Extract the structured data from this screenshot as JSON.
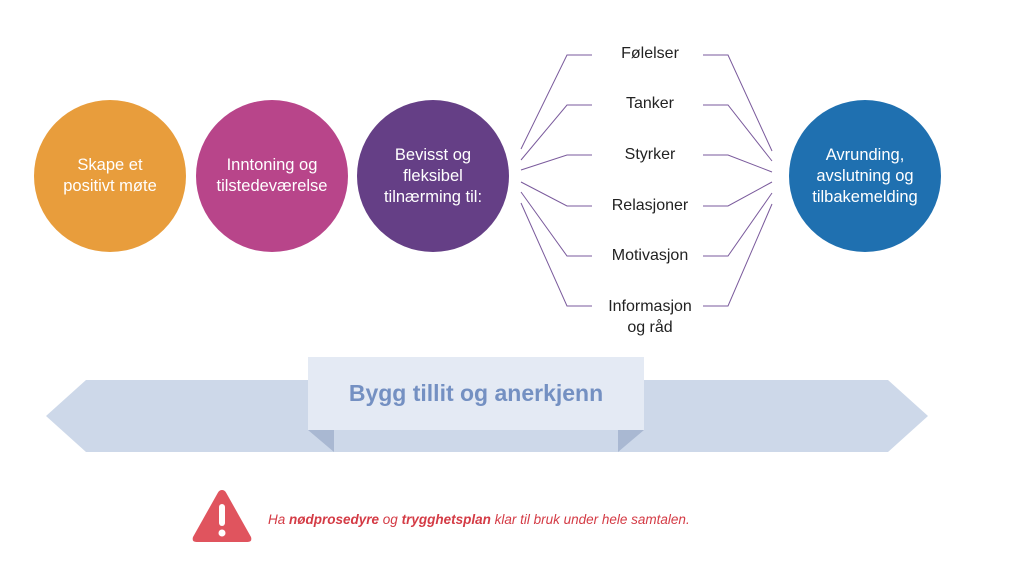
{
  "circles": [
    {
      "label": "Skape et\npositivt møte",
      "color": "#e89d3c"
    },
    {
      "label": "Inntoning og\ntilstedeværelse",
      "color": "#b8458a"
    },
    {
      "label": "Bevisst og\nfleksibel\ntilnærming til:",
      "color": "#653f86"
    },
    {
      "label": "Avrunding,\navslutning og\ntilbakemelding",
      "color": "#1f70b0"
    }
  ],
  "approach_items": [
    "Følelser",
    "Tanker",
    "Styrker",
    "Relasjoner",
    "Motivasjon",
    "Informasjon\nog råd"
  ],
  "banner": {
    "text": "Bygg tillit og anerkjenn",
    "color": "#7490c2",
    "arrow_color": "#cdd8e9"
  },
  "warning": {
    "icon": "warning-triangle-icon",
    "prefix": "Ha ",
    "term1": "nødprosedyre",
    "middle": " og ",
    "term2": "trygghetsplan",
    "suffix": " klar til bruk under hele samtalen.",
    "color": "#d43b45"
  },
  "line_color": "#7a5a9c"
}
